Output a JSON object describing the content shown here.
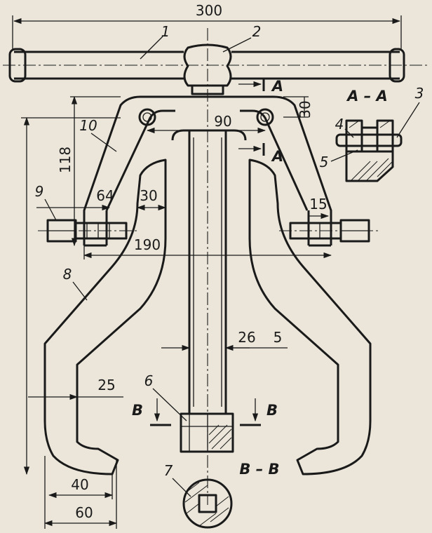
{
  "dimensions": {
    "overall_width": "300",
    "hole_spacing": "90",
    "hole_offset": "30",
    "arm_height": "118",
    "screw_pos_left": "64",
    "jaw_offset": "30",
    "right_offset": "15",
    "screw_span": "190",
    "screw_diameter": "26",
    "screw_tol": "5",
    "hook_depth": "25",
    "hook_width_inner": "40",
    "hook_width_outer": "60"
  },
  "part_labels": [
    "1",
    "2",
    "3",
    "4",
    "5",
    "6",
    "7",
    "8",
    "9",
    "10"
  ],
  "sections": {
    "a_mark": "A",
    "a_title": "A – A",
    "b_mark": "B",
    "b_title": "B – B"
  }
}
